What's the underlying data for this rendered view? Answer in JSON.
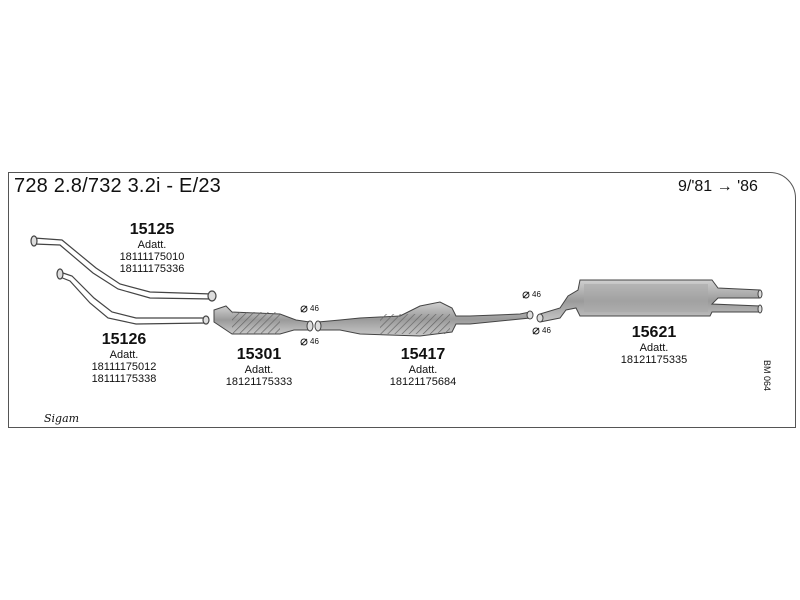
{
  "header": {
    "title": "728 2.8/732 3.2i - E/23",
    "date_range": "9/'81 → '86"
  },
  "parts": [
    {
      "number": "15125",
      "label": "Adatt.",
      "codes": [
        "18111175010",
        "18111175336"
      ]
    },
    {
      "number": "15126",
      "label": "Adatt.",
      "codes": [
        "18111175012",
        "18111175338"
      ]
    },
    {
      "number": "15301",
      "label": "Adatt.",
      "codes": [
        "18121175333"
      ]
    },
    {
      "number": "15417",
      "label": "Adatt.",
      "codes": [
        "18121175684"
      ]
    },
    {
      "number": "15621",
      "label": "Adatt.",
      "codes": [
        "18121175335"
      ]
    }
  ],
  "diameters": [
    "46",
    "46",
    "46",
    "46"
  ],
  "doc_code": "BM 064",
  "logo_text": "Sigam"
}
